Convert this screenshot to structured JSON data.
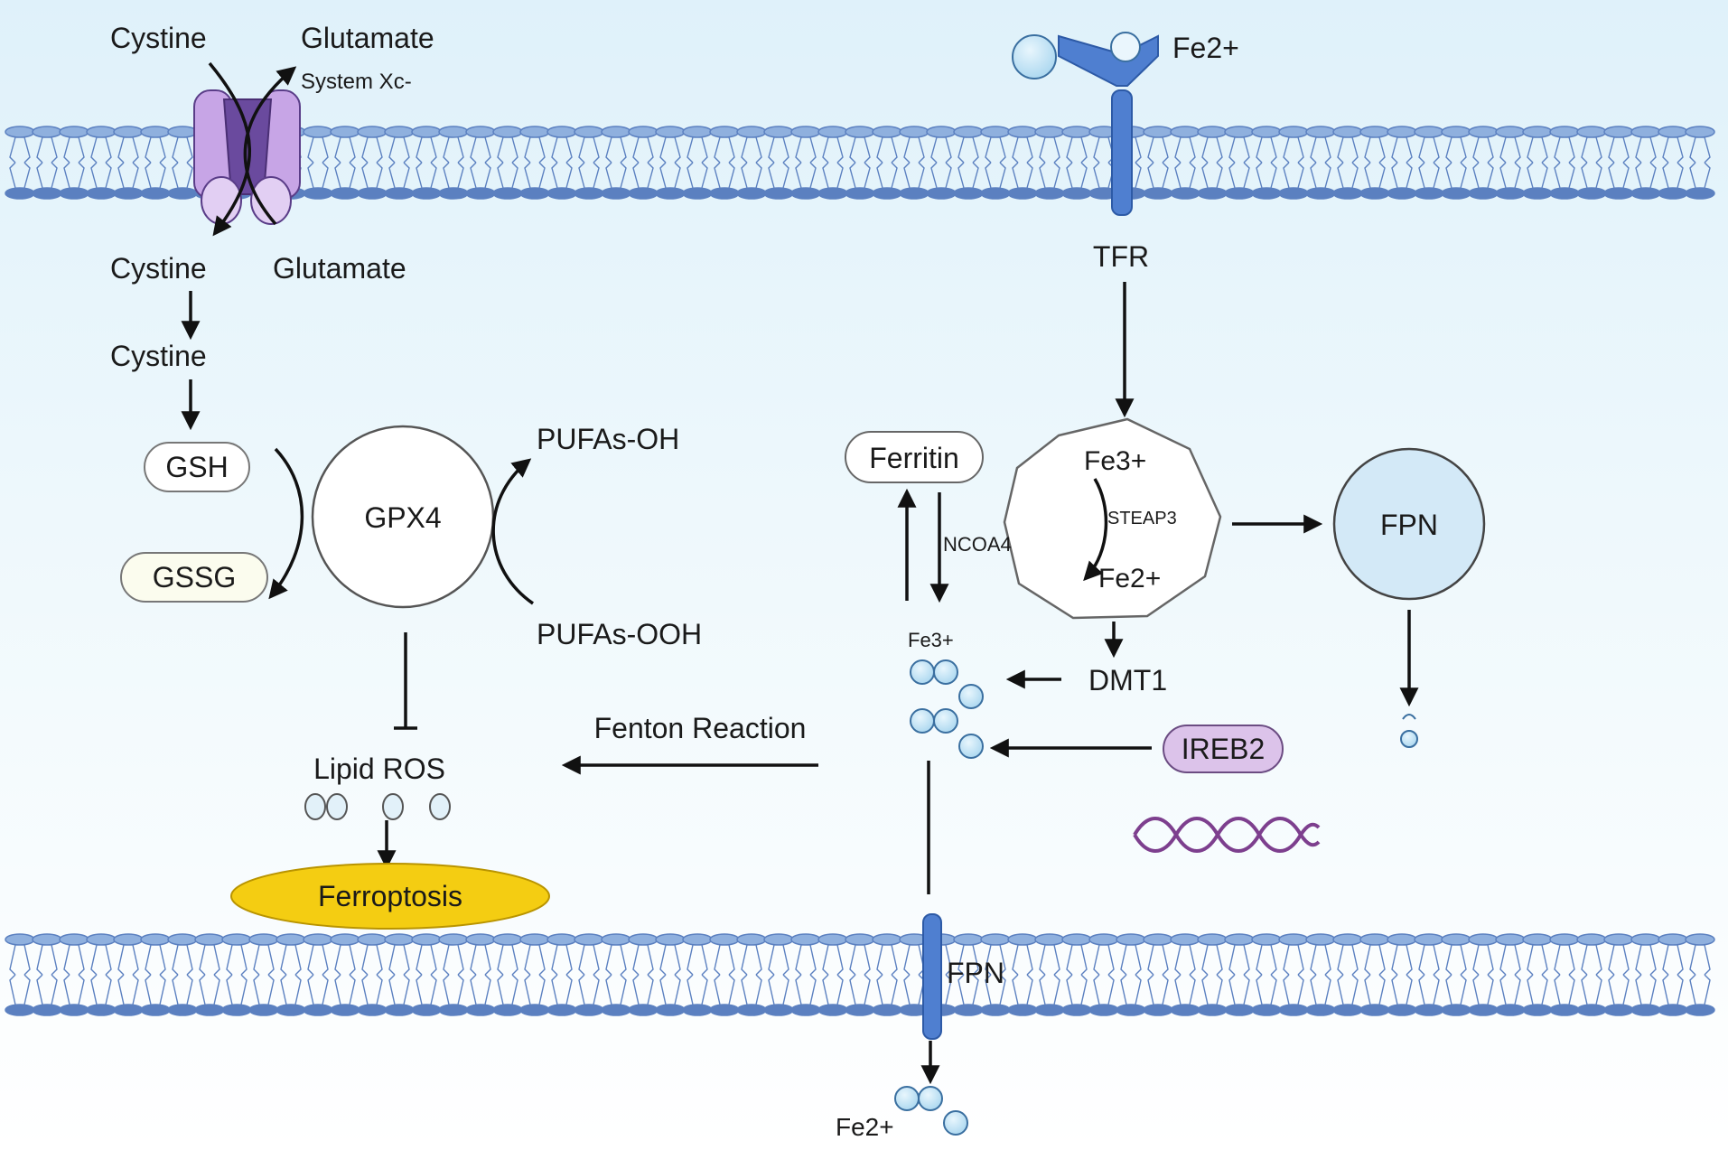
{
  "labels": {
    "cystine_out": "Cystine",
    "glutamate_out": "Glutamate",
    "system_xc": "System Xc-",
    "cystine_in": "Cystine",
    "glutamate_in": "Glutamate",
    "cystine_step": "Cystine",
    "gsh": "GSH",
    "gssg": "GSSG",
    "gpx4": "GPX4",
    "pufas_oh": "PUFAs-OH",
    "pufas_ooh": "PUFAs-OOH",
    "lipid_ros": "Lipid ROS",
    "ferroptosis": "Ferroptosis",
    "fenton": "Fenton Reaction",
    "fe2_top": "Fe2+",
    "tfr": "TFR",
    "ferritin": "Ferritin",
    "ncoa4": "NCOA4",
    "endo_fe3": "Fe3+",
    "steap3": "STEAP3",
    "endo_fe2": "Fe2+",
    "fpn_right": "FPN",
    "dmt1": "DMT1",
    "pool_fe3": "Fe3+",
    "ireb2": "IREB2",
    "fpn_bottom": "FPN",
    "fe2_bottom": "Fe2+"
  },
  "colors": {
    "membrane": "#5b80c0",
    "membrane_head": "#8fb0de",
    "transporter_light": "#c9a8e8",
    "transporter_dark": "#6a4a9e",
    "receptor": "#4f7fd0",
    "iron_ion": "#bfe3f6",
    "fpn_circle": "#d6ebf8",
    "ferroptosis": "#f2c90c",
    "ireb2": "#dcc3ea",
    "dna": "#7d3f8e",
    "background_top": "#e3f3fb"
  },
  "icons": [
    "system-xc-transporter-icon",
    "transferrin-receptor-icon",
    "dna-helix-icon",
    "iron-ion-icon"
  ]
}
